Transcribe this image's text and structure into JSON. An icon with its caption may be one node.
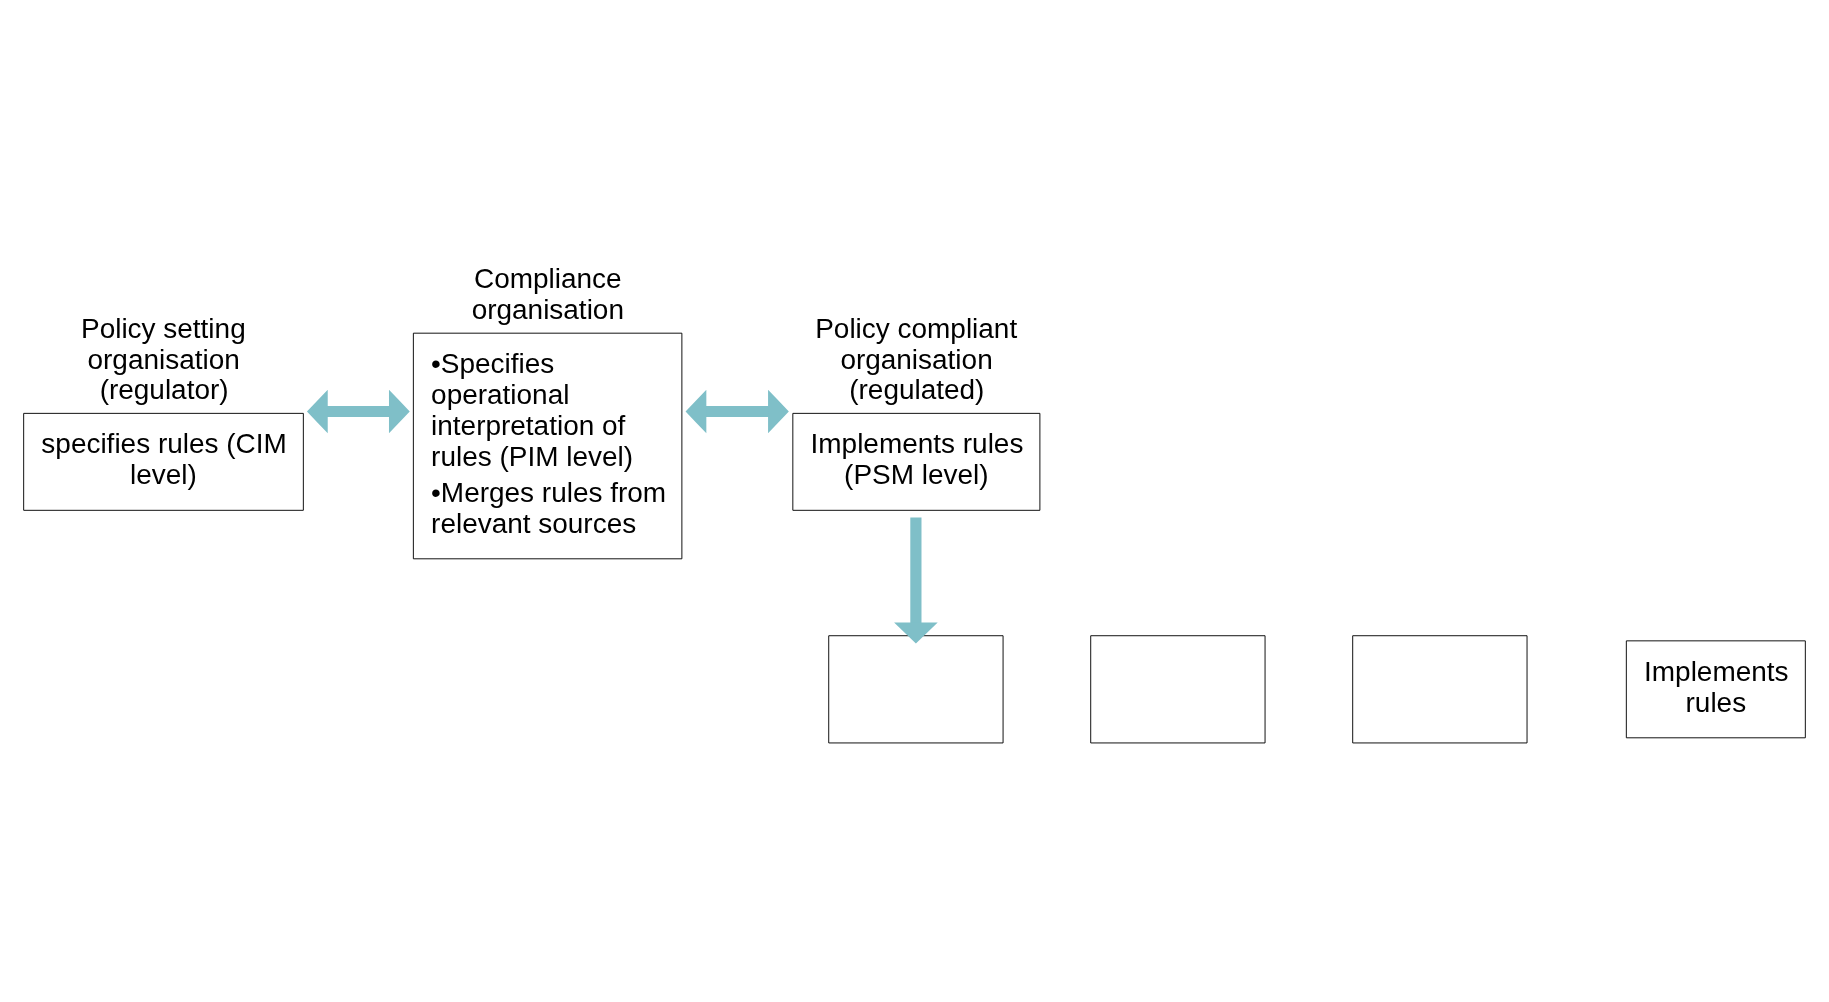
{
  "diagram": {
    "nodes": [
      {
        "text": [
          "Policy setting organisation (regulator)",
          "specifies rules (CIM level)"
        ]
      },
      {
        "text": [
          "Compliance organisation",
          "•Specifies operational interpretation of rules (PIM level)",
          "•Merges rules from relevant sources"
        ]
      },
      {
        "text": [
          "Policy compliant organisation (regulated)",
          "Implements rules (PSM level)"
        ]
      },
      {
        "text": [],
        "shape": "box"
      },
      {
        "text": [],
        "shape": "box"
      },
      {
        "text": [],
        "shape": "box"
      },
      {
        "text": [
          "Implements rules"
        ]
      }
    ],
    "edges": [
      {
        "from": 0,
        "to": 1,
        "arrow": "both"
      },
      {
        "from": 1,
        "to": 2,
        "arrow": "both"
      },
      {
        "from": 2,
        "to": 3,
        "arrow": "to"
      }
    ]
  }
}
